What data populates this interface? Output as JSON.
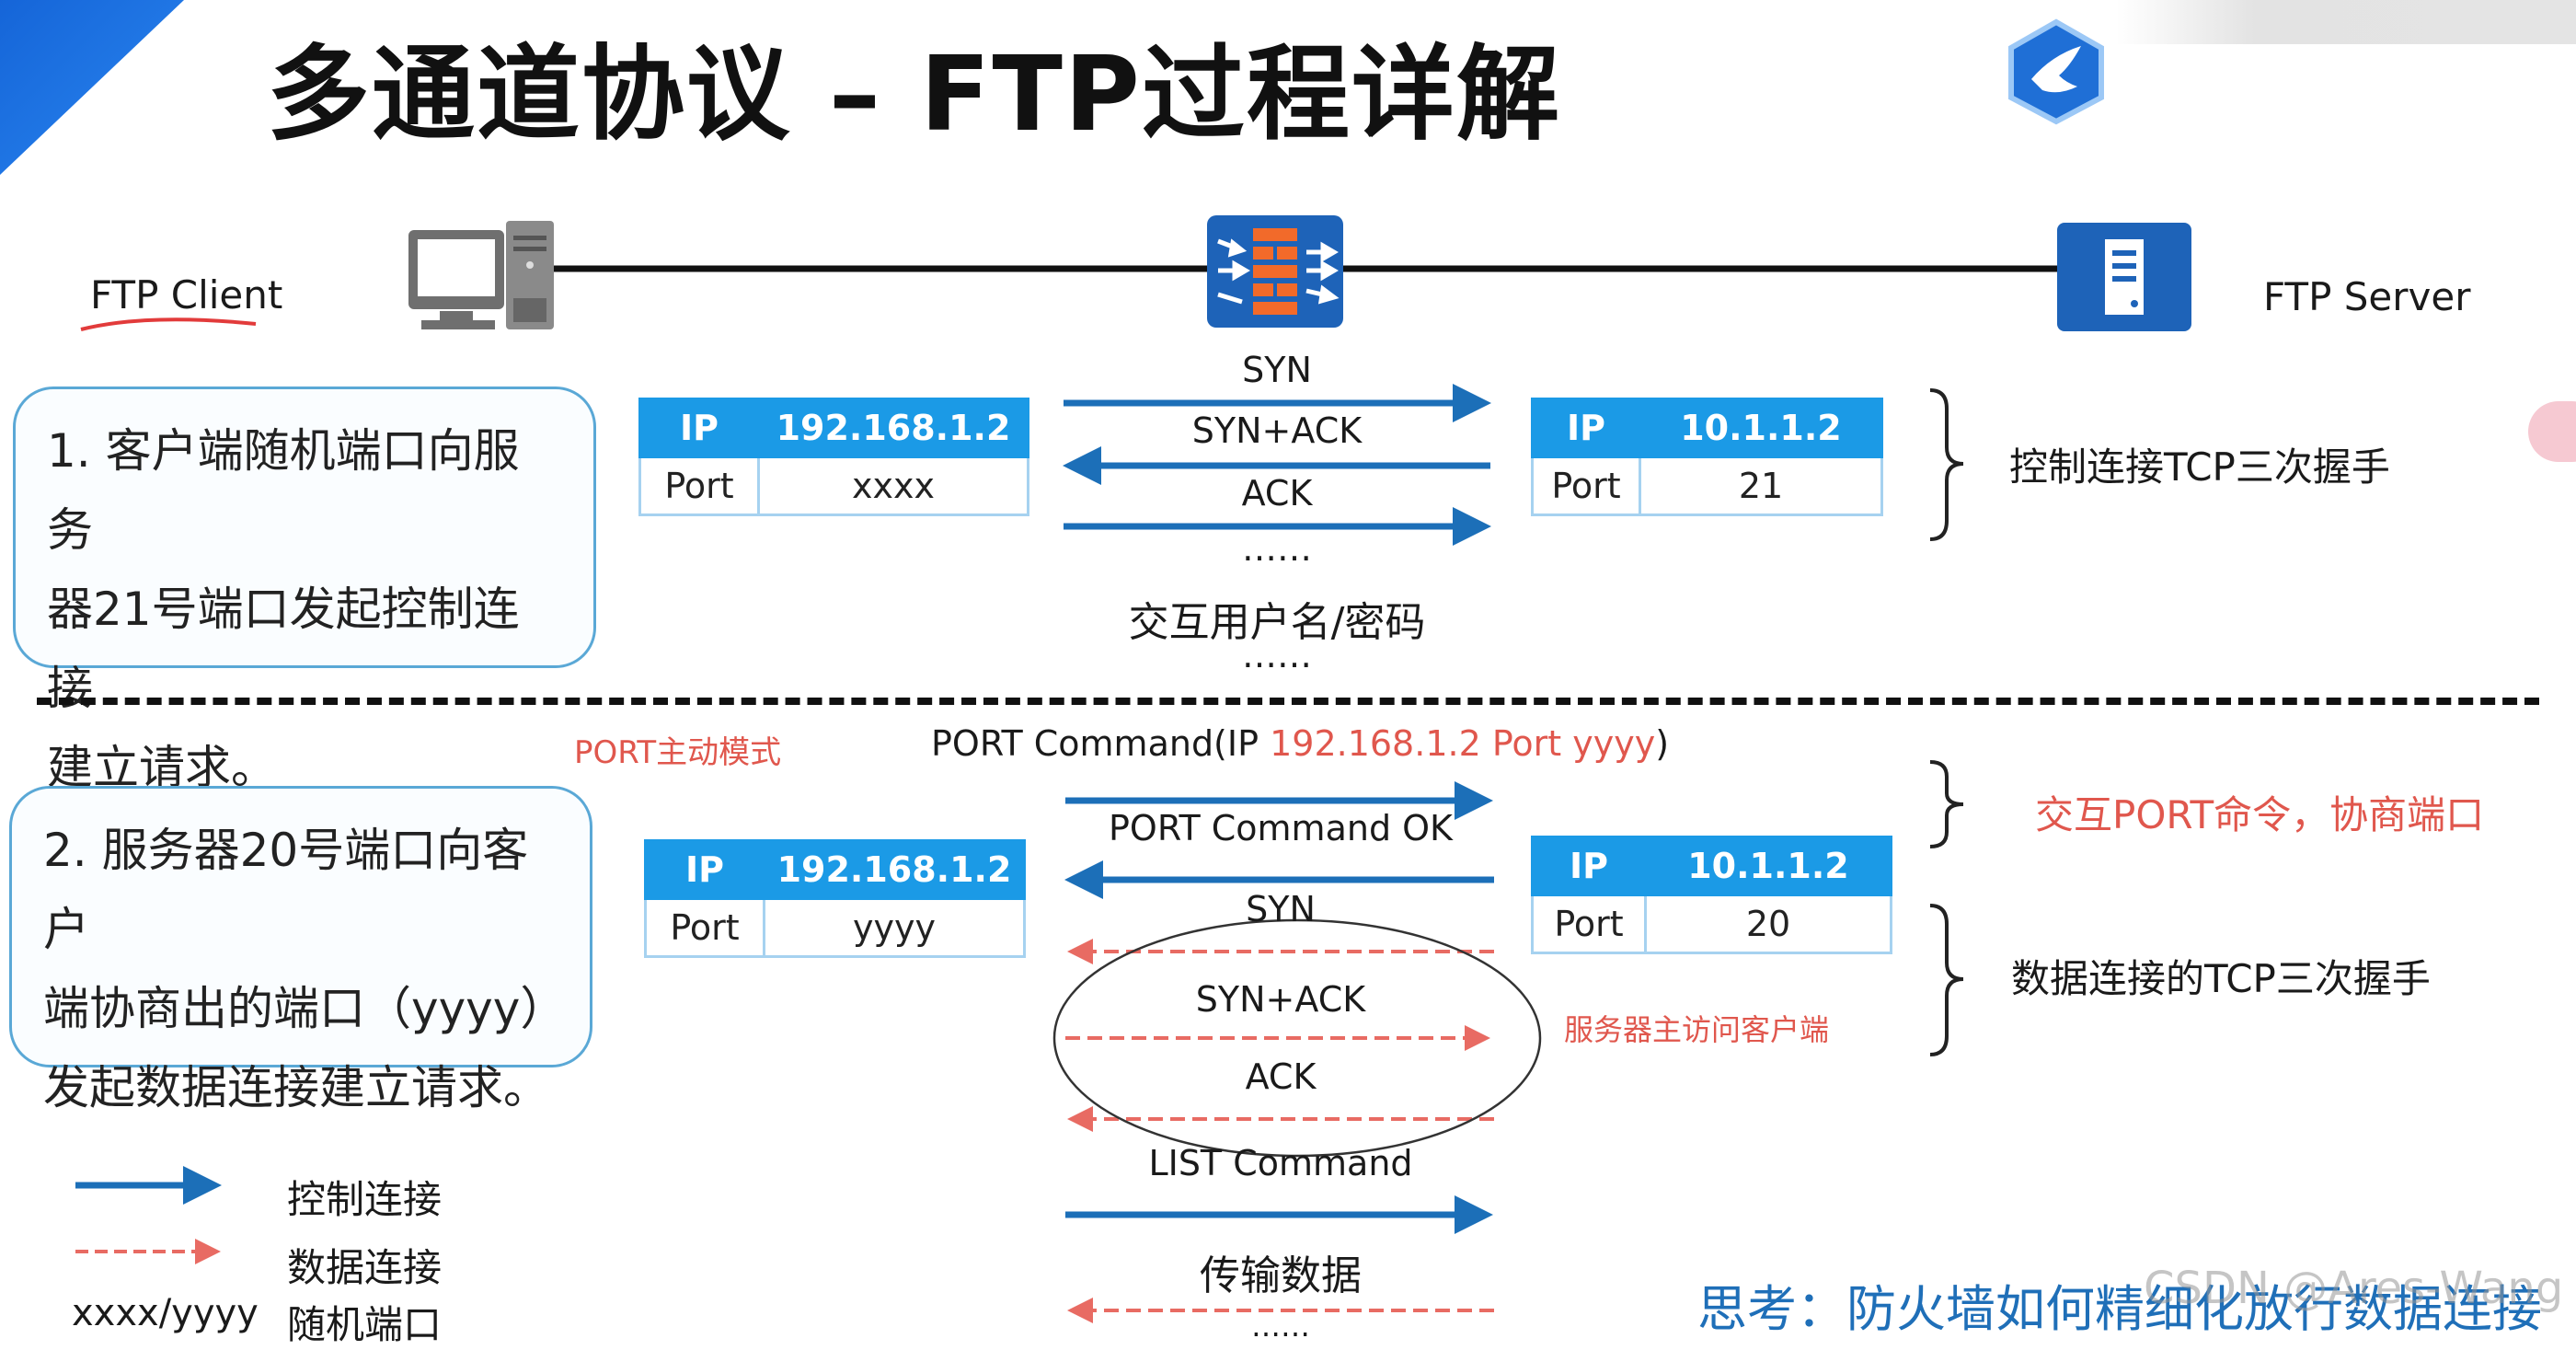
{
  "title": "多通道协议 – FTP过程详解",
  "client": {
    "label": "FTP Client"
  },
  "server": {
    "label": "FTP Server"
  },
  "step1": {
    "note": [
      "1. 客户端随机端口向服务",
      "器21号端口发起控制连接",
      "建立请求。"
    ],
    "client_table": {
      "h1": "IP",
      "h2": "192.168.1.2",
      "r1": "Port",
      "r2": "xxxx"
    },
    "server_table": {
      "h1": "IP",
      "h2": "10.1.1.2",
      "r1": "Port",
      "r2": "21"
    },
    "labels": {
      "syn": "SYN",
      "synack": "SYN+ACK",
      "ack": "ACK",
      "dots1": "……",
      "auth": "交互用户名/密码",
      "dots2": "……"
    },
    "bracket_label": "控制连接TCP三次握手"
  },
  "step2": {
    "mode_label": "PORT主动模式",
    "port_cmd_prefix": "PORT Command(IP ",
    "port_cmd_highlight": "192.168.1.2 Port yyyy",
    "port_cmd_suffix": ")",
    "port_ok": "PORT Command OK",
    "negotiate_label": "交互PORT命令，协商端口",
    "note": [
      "2. 服务器20号端口向客户",
      "端协商出的端口（yyyy）",
      "发起数据连接建立请求。"
    ],
    "client_table": {
      "h1": "IP",
      "h2": "192.168.1.2",
      "r1": "Port",
      "r2": "yyyy"
    },
    "server_table": {
      "h1": "IP",
      "h2": "10.1.1.2",
      "r1": "Port",
      "r2": "20"
    },
    "labels": {
      "syn": "SYN",
      "synack": "SYN+ACK",
      "ack": "ACK",
      "list": "LIST Command",
      "transfer": "传输数据",
      "dots": "……"
    },
    "server_initiates": "服务器主访问客户端",
    "bracket_label": "数据连接的TCP三次握手"
  },
  "legend": {
    "control": "控制连接",
    "data": "数据连接",
    "random": "xxxx/yyyy",
    "random_label": "随机端口"
  },
  "think": "思考：防火墙如何精细化放行数据连接",
  "watermark": "CSDN @Ares-Wang",
  "colors": {
    "control": "#1c6fb8",
    "data": "#e86b63",
    "accent": "#1b9ae6",
    "red_text": "#e0574d"
  }
}
